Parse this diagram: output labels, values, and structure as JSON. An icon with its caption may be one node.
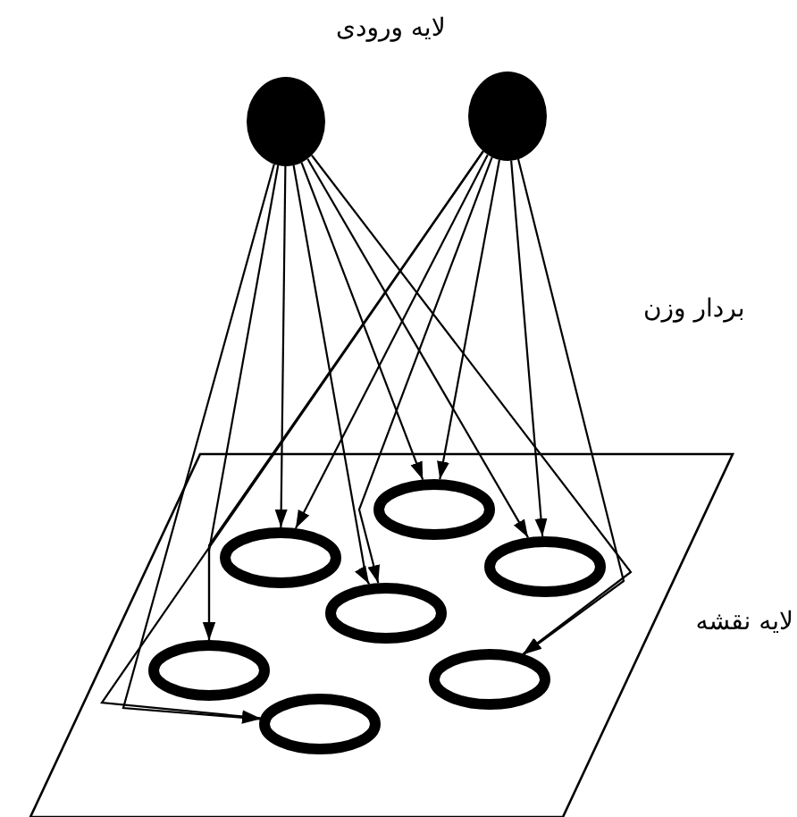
{
  "diagram": {
    "nodes": [
      {
        "text": [],
        "shape": "circle"
      },
      {
        "text": [],
        "shape": "circle"
      },
      {
        "text": [
          "لایه نقشه"
        ]
      },
      {
        "text": [],
        "shape": "ellipse",
        "in": 2
      },
      {
        "text": [],
        "shape": "ellipse",
        "in": 2
      },
      {
        "text": [],
        "shape": "ellipse",
        "in": 2
      },
      {
        "text": [],
        "shape": "ellipse",
        "in": 2
      },
      {
        "text": [],
        "shape": "ellipse",
        "in": 2
      },
      {
        "text": [],
        "shape": "ellipse",
        "in": 2
      },
      {
        "text": [],
        "shape": "ellipse",
        "in": 2
      }
    ],
    "edges": [
      {
        "from": 0,
        "to": 3,
        "arrow": "to"
      },
      {
        "from": 0,
        "to": 4,
        "arrow": "to"
      },
      {
        "from": 0,
        "to": 5,
        "arrow": "to"
      },
      {
        "from": 0,
        "to": 6,
        "arrow": "to"
      },
      {
        "from": 0,
        "to": 7,
        "arrow": "to"
      },
      {
        "from": 0,
        "to": 8,
        "arrow": "to"
      },
      {
        "from": 0,
        "to": 9,
        "arrow": "to"
      },
      {
        "from": 1,
        "to": 3,
        "arrow": "to"
      },
      {
        "from": 1,
        "to": 4,
        "arrow": "to"
      },
      {
        "from": 1,
        "to": 5,
        "arrow": "to"
      },
      {
        "from": 1,
        "to": 6,
        "arrow": "to"
      },
      {
        "from": 1,
        "to": 7,
        "arrow": "to"
      },
      {
        "from": 1,
        "to": 8,
        "arrow": "to"
      },
      {
        "from": 1,
        "to": 9,
        "arrow": "to"
      }
    ],
    "labels": [
      "لایه ورودی",
      "بردار وزن"
    ]
  }
}
